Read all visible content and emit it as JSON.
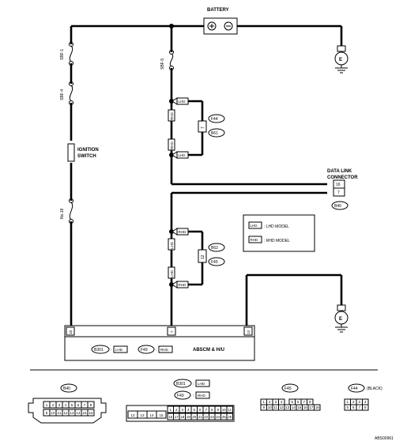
{
  "battery": {
    "label": "BATTERY"
  },
  "fuses": {
    "sbf1": "SBF-1",
    "sbf4": "SBF-4",
    "sbf5": "SBF-5",
    "no18": "No.18"
  },
  "ignition": {
    "line1": "IGNITION",
    "line2": "SWITCH"
  },
  "ground_symbol": "E",
  "dlc": {
    "line1": "DATA LINK",
    "line2": "CONNECTOR",
    "pin_a": "16",
    "pin_b": "7",
    "connector": "B40"
  },
  "upper_pair": {
    "conn_a": "F44",
    "conn_b": "B61",
    "pin": "7",
    "lhd": "LHD",
    "rhd": "RHD"
  },
  "lower_pair": {
    "conn_a": "B62",
    "conn_b": "F45",
    "pin": "12",
    "lhd": "LHD",
    "rhd": "RHD"
  },
  "legend": {
    "lhd_tag": "LHD",
    "lhd_text": ": LHD MODEL",
    "rhd_tag": "RHD",
    "rhd_text": ": RHD MODEL"
  },
  "module": {
    "pin_left": "18",
    "pin_mid": "7",
    "pin_right": "13",
    "conn_lhd": "B301",
    "lhd": "LHD",
    "conn_rhd": "F49",
    "rhd": "RHD",
    "title": "ABSCM & H/U"
  },
  "connector_views": {
    "b40": {
      "name": "B40",
      "row1": [
        "1",
        "2",
        "3",
        "4",
        "5",
        "6",
        "7",
        "8"
      ],
      "row2": [
        "9",
        "10",
        "11",
        "12",
        "13",
        "14",
        "15",
        "16"
      ]
    },
    "b301": {
      "name": "B301",
      "lhd": "LHD",
      "f49": "F49",
      "rhd": "RHD",
      "wide": [
        "12",
        "13",
        "14",
        "15"
      ],
      "row1": [
        "1",
        "2",
        "3",
        "4",
        "5",
        "6",
        "7",
        "8",
        "9",
        "10",
        "11"
      ],
      "row2": [
        "16",
        "17",
        "18",
        "19",
        "20",
        "21",
        "22",
        "23",
        "24",
        "25",
        "26"
      ]
    },
    "f45": {
      "name": "F45",
      "row1": [
        "1",
        "2",
        "3",
        "4",
        "5",
        "6",
        "7",
        "8"
      ],
      "row2": [
        "9",
        "10",
        "11",
        "12",
        "13",
        "14",
        "15",
        "16",
        "17",
        "18"
      ]
    },
    "f44": {
      "name": "F44",
      "note": "(BLACK)",
      "row1": [
        "1",
        "2",
        "3",
        "4"
      ],
      "row2": [
        "5",
        "6",
        "7",
        "8"
      ]
    }
  },
  "figure_id": "ABS00961"
}
